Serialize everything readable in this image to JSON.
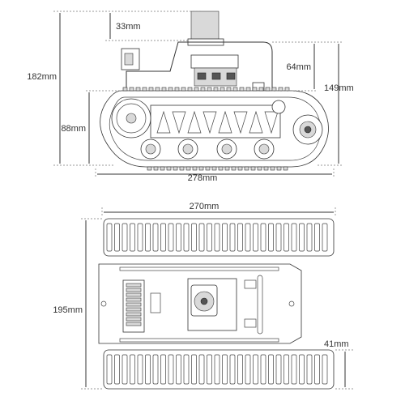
{
  "dimensions": {
    "d33": "33mm",
    "d182": "182mm",
    "d64": "64mm",
    "d149": "149mm",
    "d88": "88mm",
    "d278": "278mm",
    "d270": "270mm",
    "d195": "195mm",
    "d41": "41mm"
  },
  "colors": {
    "line": "#333333",
    "dim": "#777777"
  }
}
